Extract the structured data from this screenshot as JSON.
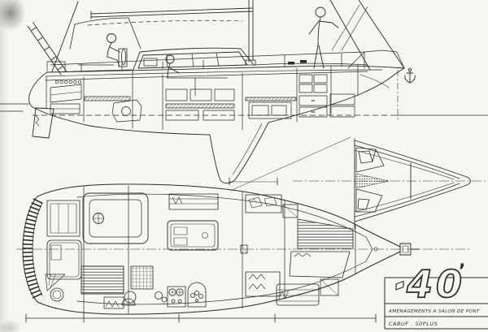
{
  "drawing": {
    "logo_text": "40",
    "logo_prime": "’",
    "title_block": {
      "line1": "AMENAGEMENTS A SALON DE PONT",
      "line2": "CABUF . 50PLUS"
    },
    "colors": {
      "ink": "#2b2b28",
      "paper": "#f7f6f2"
    }
  }
}
